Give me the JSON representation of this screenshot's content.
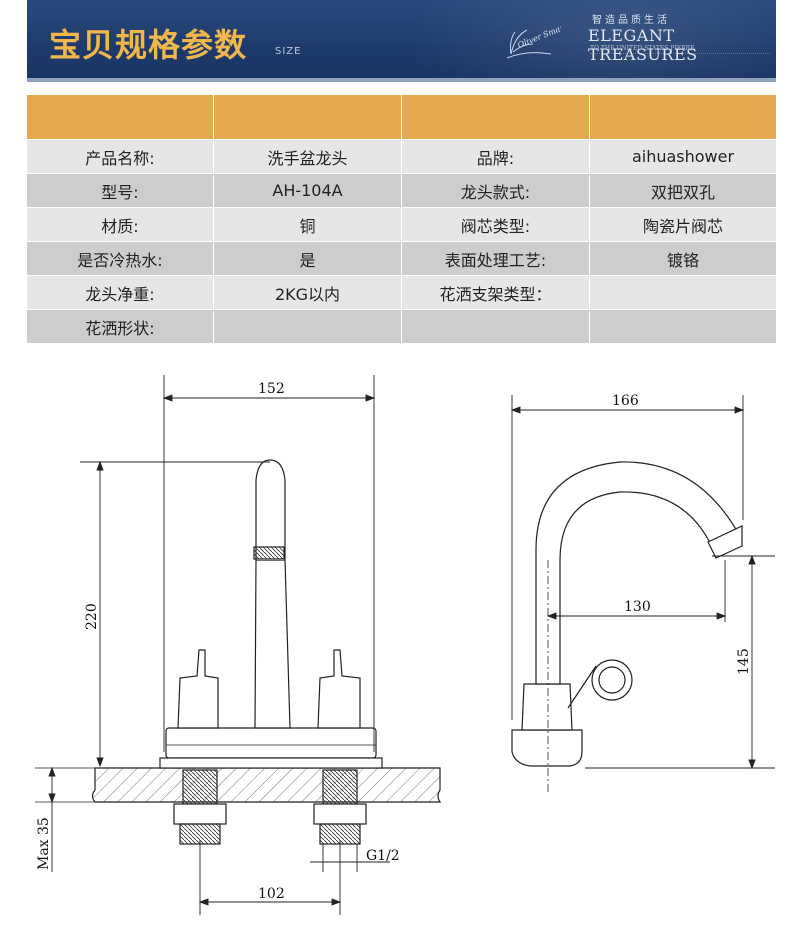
{
  "banner": {
    "title": "宝贝规格参数",
    "title_sub": "SIZE",
    "logo_text": "Oliver Smart",
    "slogan_cn": "智造品质生活",
    "slogan_en": "ELEGANT TREASURES",
    "slogan_small": "TO THE UNITED STATES PIERRE"
  },
  "spec_table": {
    "rows": [
      [
        "产品名称:",
        "洗手盆龙头",
        "品牌:",
        "aihuashower"
      ],
      [
        "型号:",
        "AH-104A",
        "龙头款式:",
        "双把双孔"
      ],
      [
        "材质:",
        "铜",
        "阀芯类型:",
        "陶瓷片阀芯"
      ],
      [
        "是否冷热水:",
        "是",
        "表面处理工艺:",
        "镀铬"
      ],
      [
        "龙头净重:",
        "2KG以内",
        "花洒支架类型：",
        ""
      ],
      [
        "花洒形状:",
        "",
        "",
        ""
      ]
    ]
  },
  "drawing": {
    "front_width": "152",
    "front_height": "220",
    "max_depth": "Max 35",
    "thread": "G1/2",
    "hole_spacing": "102",
    "side_width": "166",
    "side_reach": "130",
    "side_height": "145"
  },
  "colors": {
    "banner_bg": "#1d3a6b",
    "title": "#f3b64a",
    "header_row": "#e6a84c",
    "row_light": "#e6e6e6",
    "row_dark": "#cdcdcd"
  }
}
